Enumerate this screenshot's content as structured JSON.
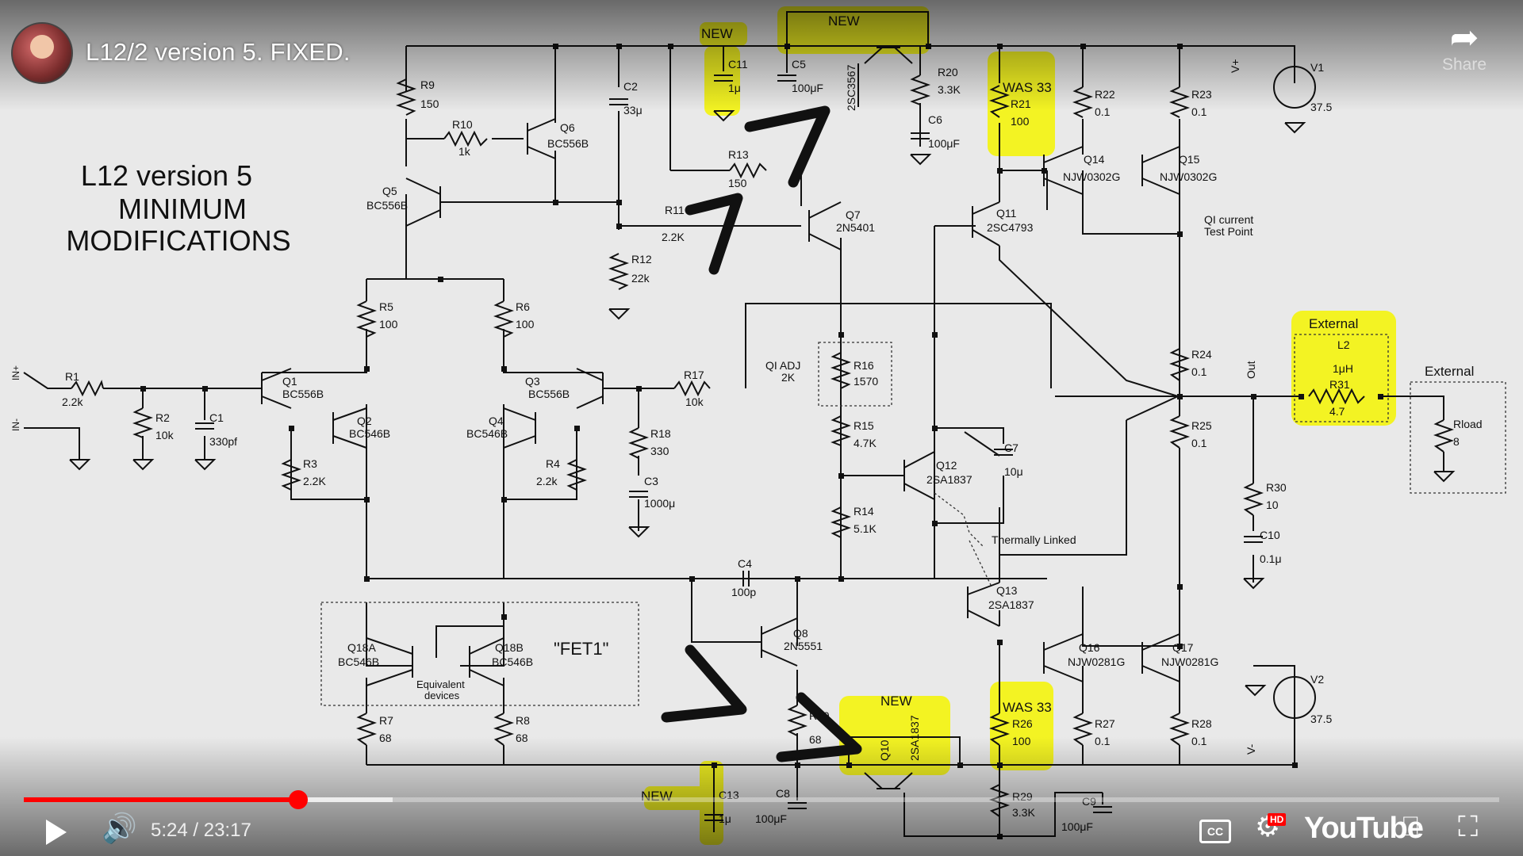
{
  "video": {
    "title": "L12/2 version 5. FIXED.",
    "share_label": "Share",
    "time_current": "5:24",
    "time_total": "23:17",
    "progress_played": 0.186,
    "progress_buffered": 0.25
  },
  "controls": {
    "play_icon": "play-icon",
    "volume_icon": "volume-icon",
    "cc_label": "CC",
    "hd_badge": "HD",
    "logo_text": "YouTube"
  },
  "colors": {
    "progress_red": "#ff0000",
    "highlight_yellow": "#f5f500"
  },
  "schematic": {
    "heading": [
      "L12 version 5",
      "MINIMUM",
      "MODIFICATIONS"
    ],
    "annotations": {
      "new_top_c11": "NEW",
      "new_top_q9": "NEW",
      "was33_top": "WAS 33",
      "was33_bottom": "WAS 33",
      "new_bottom_q10": "NEW",
      "new_bottom_c13": "NEW",
      "external_top": "External",
      "external_right": "External",
      "fet1": "\"FET1\"",
      "equivalent_devices": [
        "Equivalent",
        "devices"
      ],
      "thermally_linked": "Thermally Linked",
      "qi_current": [
        "QI current",
        "Test Point"
      ],
      "qi_adj": [
        "QI ADJ",
        "2K"
      ],
      "out": "Out",
      "vplus": "V+",
      "vminus": "V-"
    },
    "components": [
      {
        "id": "R9",
        "value": "150"
      },
      {
        "id": "R10",
        "value": "1k"
      },
      {
        "id": "Q6",
        "value": "BC556B"
      },
      {
        "id": "C2",
        "value": "33μ"
      },
      {
        "id": "C11",
        "value": "1μ"
      },
      {
        "id": "C5",
        "value": "100μF"
      },
      {
        "id": "Q9",
        "value": "2SC3567"
      },
      {
        "id": "R20",
        "value": "3.3K"
      },
      {
        "id": "C6",
        "value": "100μF"
      },
      {
        "id": "R21",
        "value": "100"
      },
      {
        "id": "R22",
        "value": "0.1"
      },
      {
        "id": "R23",
        "value": "0.1"
      },
      {
        "id": "V1",
        "value": "37.5"
      },
      {
        "id": "Q5",
        "value": "BC556B"
      },
      {
        "id": "R13",
        "value": "150"
      },
      {
        "id": "R11",
        "value": "2.2K"
      },
      {
        "id": "Q7",
        "value": "2N5401"
      },
      {
        "id": "Q14",
        "value": "NJW0302G"
      },
      {
        "id": "Q15",
        "value": "NJW0302G"
      },
      {
        "id": "Q11",
        "value": "2SC4793"
      },
      {
        "id": "R12",
        "value": "22k"
      },
      {
        "id": "R5",
        "value": "100"
      },
      {
        "id": "R6",
        "value": "100"
      },
      {
        "id": "L2",
        "value": "1μH"
      },
      {
        "id": "R31",
        "value": "4.7"
      },
      {
        "id": "R16",
        "value": "1570"
      },
      {
        "id": "R24",
        "value": "0.1"
      },
      {
        "id": "R1",
        "value": "2.2k"
      },
      {
        "id": "Q1",
        "value": "BC556B"
      },
      {
        "id": "Q3",
        "value": "BC556B"
      },
      {
        "id": "R17",
        "value": "10k"
      },
      {
        "id": "Rload",
        "value": "8"
      },
      {
        "id": "R2",
        "value": "10k"
      },
      {
        "id": "C1",
        "value": "330pf"
      },
      {
        "id": "Q2",
        "value": "BC546B"
      },
      {
        "id": "Q4",
        "value": "BC546B"
      },
      {
        "id": "R18",
        "value": "330"
      },
      {
        "id": "R15",
        "value": "4.7K"
      },
      {
        "id": "R25",
        "value": "0.1"
      },
      {
        "id": "R3",
        "value": "2.2K"
      },
      {
        "id": "R4",
        "value": "2.2k"
      },
      {
        "id": "C3",
        "value": "1000μ"
      },
      {
        "id": "Q12",
        "value": "2SA1837"
      },
      {
        "id": "C7",
        "value": "10μ"
      },
      {
        "id": "R30",
        "value": "10"
      },
      {
        "id": "R14",
        "value": "5.1K"
      },
      {
        "id": "C10",
        "value": "0.1μ"
      },
      {
        "id": "C4",
        "value": "100p"
      },
      {
        "id": "Q13",
        "value": "2SA1837"
      },
      {
        "id": "Q8",
        "value": "2N5551"
      },
      {
        "id": "Q18A",
        "value": "BC546B"
      },
      {
        "id": "Q18B",
        "value": "BC546B"
      },
      {
        "id": "Q16",
        "value": "NJW0281G"
      },
      {
        "id": "Q17",
        "value": "NJW0281G"
      },
      {
        "id": "V2",
        "value": "37.5"
      },
      {
        "id": "R7",
        "value": "68"
      },
      {
        "id": "R8",
        "value": "68"
      },
      {
        "id": "R19",
        "value": "68"
      },
      {
        "id": "Q10",
        "value": "2SA1837"
      },
      {
        "id": "R26",
        "value": "100"
      },
      {
        "id": "R27",
        "value": "0.1"
      },
      {
        "id": "R28",
        "value": "0.1"
      },
      {
        "id": "C13",
        "value": "1μ"
      },
      {
        "id": "C8",
        "value": "100μF"
      },
      {
        "id": "R29",
        "value": "3.3K"
      },
      {
        "id": "C9",
        "value": "100μF"
      }
    ],
    "inputs": [
      "IN+",
      "IN-"
    ]
  }
}
